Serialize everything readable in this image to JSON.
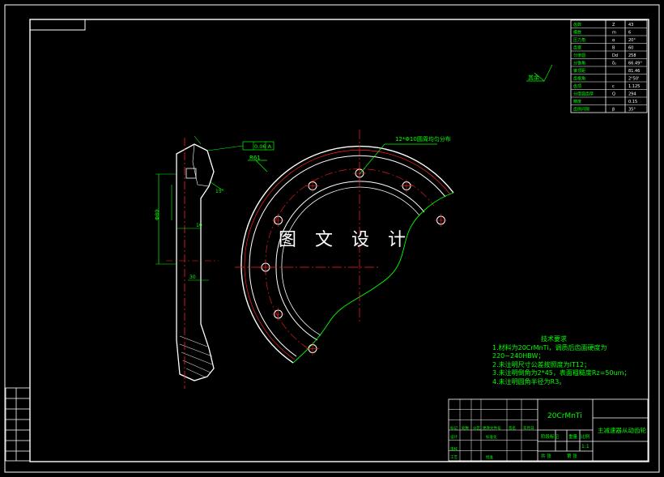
{
  "drawing": {
    "watermark": "图 文 设 计",
    "material": "20CrMnTi",
    "part_name": "主减速器从动齿轮",
    "scale": "1:1",
    "tech_requirements": {
      "title": "技术要求",
      "items": [
        "1.材料为20CrMnTi，调质后齿面硬度为 220~240HBW；",
        "2.未注明尺寸公差按照度为IT12；",
        "3.未注明倒角为2*45，表面粗糙度Rz=50um；",
        "4.未注明圆角半径为R3。"
      ]
    },
    "annotations": {
      "holes": "12*Φ10圆周均匀分布",
      "surface": "其余",
      "tolerance": "0.06 A",
      "datum": "A",
      "radius": "R61",
      "dim_side": "Φ80",
      "dim_small": "10",
      "dim_bottom": "30",
      "dim_angle": "15°"
    },
    "param_table": [
      {
        "name": "齿数",
        "sym": "Z",
        "val": "43"
      },
      {
        "name": "模数",
        "sym": "m",
        "val": "6"
      },
      {
        "name": "压力角",
        "sym": "α",
        "val": "20°"
      },
      {
        "name": "齿宽",
        "sym": "B",
        "val": "60"
      },
      {
        "name": "分度圆",
        "sym": "Dd",
        "val": "258"
      },
      {
        "name": "分锥角",
        "sym": "δ₂",
        "val": "66.49°"
      },
      {
        "name": "锥顶距",
        "sym": "",
        "val": "81.46"
      },
      {
        "name": "齿根角",
        "sym": "",
        "val": "2°50'"
      },
      {
        "name": "齿顶",
        "sym": "c",
        "val": "1.125"
      },
      {
        "name": "分度圆齿厚",
        "sym": "Q",
        "val": "294"
      },
      {
        "name": "精度",
        "sym": "",
        "val": "0.15"
      },
      {
        "name": "齿侧间隙",
        "sym": "β",
        "val": "35°"
      }
    ],
    "title_block_labels": {
      "mark": "标记",
      "count": "处数",
      "zone": "分区",
      "change": "更改文件号",
      "sign": "签名",
      "date": "年月日",
      "design": "设计",
      "check": "审核",
      "process": "工艺",
      "standard": "标准化",
      "approve": "批准",
      "stage": "阶段标记",
      "weight": "重量",
      "scale_lbl": "比例",
      "sheet": "共 张",
      "sheet_no": "第 张"
    }
  },
  "colors": {
    "frame": "#ffffff",
    "annotation": "#00ff00",
    "center_line": "#ff2020",
    "background": "#000000"
  }
}
